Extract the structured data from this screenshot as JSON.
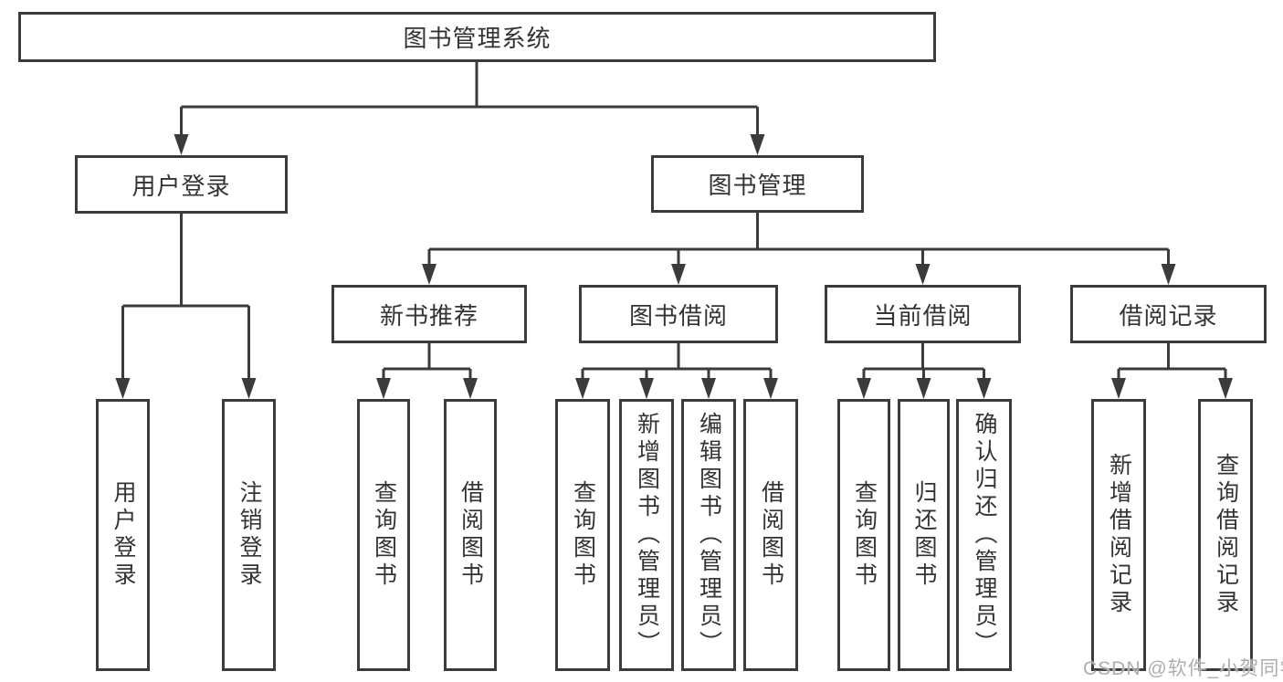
{
  "diagram": {
    "watermark": "CSDN @软件_小贺同学",
    "colors": {
      "line": "#3b3b3b",
      "text": "#333333",
      "background": "#ffffff",
      "watermark": "#aeaeae"
    },
    "tree": {
      "root": {
        "label": "图书管理系统",
        "children": [
          {
            "label": "用户登录",
            "children": [
              {
                "label": "用户登录"
              },
              {
                "label": "注销登录"
              }
            ]
          },
          {
            "label": "图书管理",
            "children": [
              {
                "label": "新书推荐",
                "children": [
                  {
                    "label": "查询图书"
                  },
                  {
                    "label": "借阅图书"
                  }
                ]
              },
              {
                "label": "图书借阅",
                "children": [
                  {
                    "label": "查询图书"
                  },
                  {
                    "label": "新增图书（管理员）"
                  },
                  {
                    "label": "编辑图书（管理员）"
                  },
                  {
                    "label": "借阅图书"
                  }
                ]
              },
              {
                "label": "当前借阅",
                "children": [
                  {
                    "label": "查询图书"
                  },
                  {
                    "label": "归还图书"
                  },
                  {
                    "label": "确认归还（管理员）"
                  }
                ]
              },
              {
                "label": "借阅记录",
                "children": [
                  {
                    "label": "新增借阅记录"
                  },
                  {
                    "label": "查询借阅记录"
                  }
                ]
              }
            ]
          }
        ]
      }
    }
  }
}
